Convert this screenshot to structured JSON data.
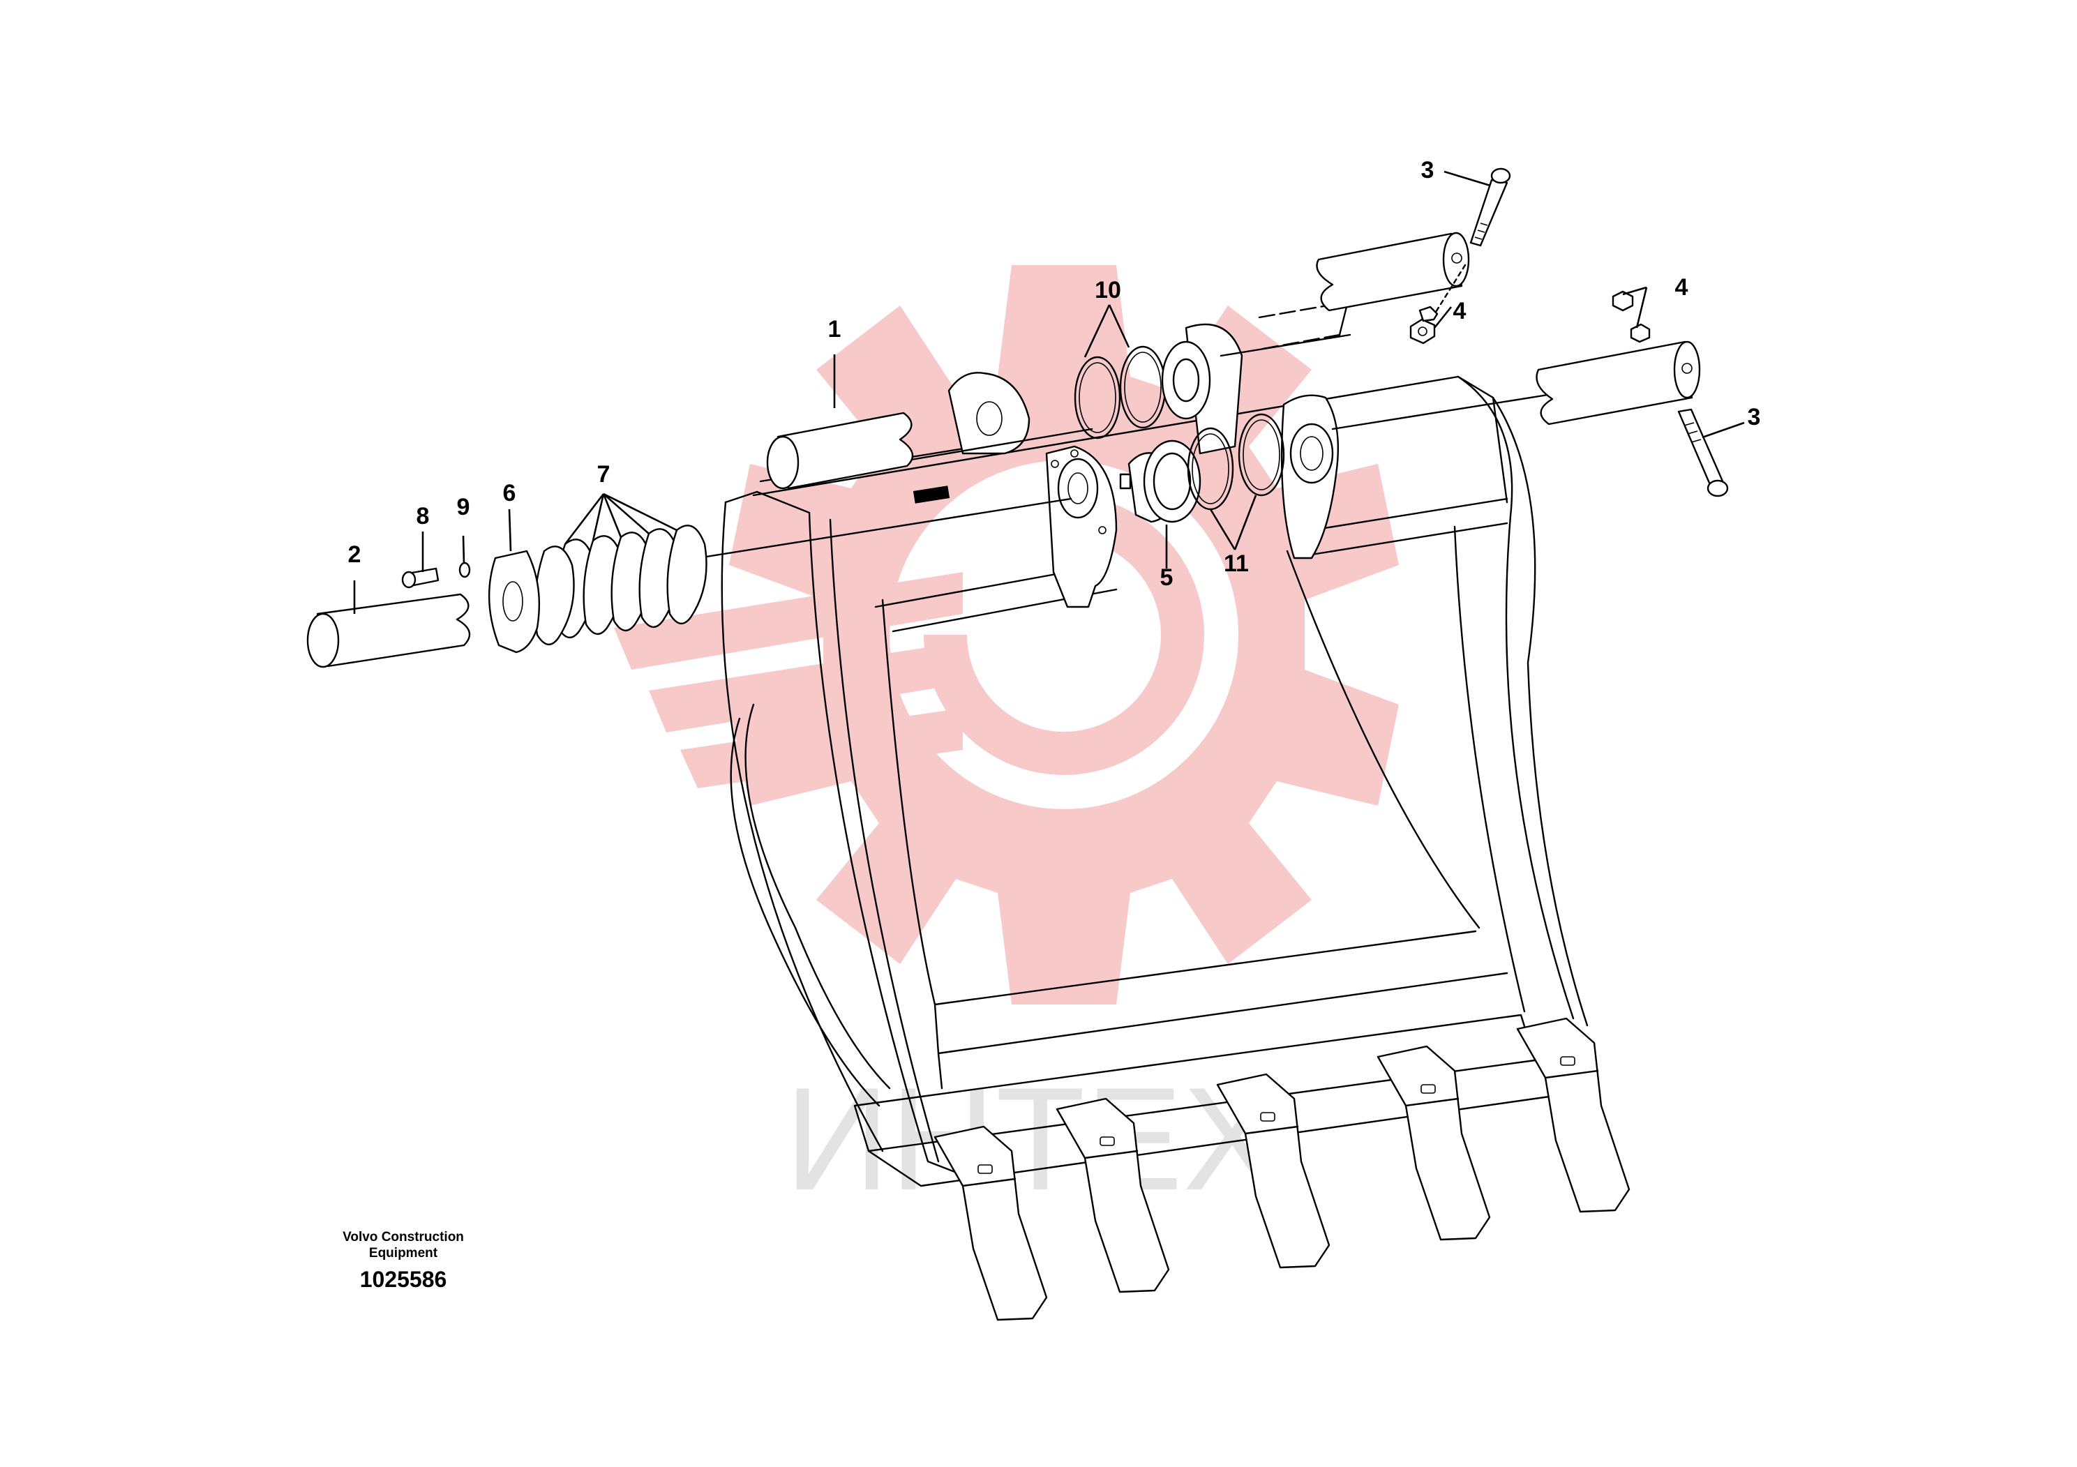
{
  "watermark": {
    "brand_text": "ИНТЕХ",
    "gear_color": "#f7c9c9",
    "text_color": "#e3e3e3"
  },
  "caption": {
    "line1": "Volvo Construction",
    "line2": "Equipment",
    "drawing_number": "1025586"
  },
  "callouts": [
    "1",
    "2",
    "3",
    "3",
    "4",
    "4",
    "5",
    "6",
    "7",
    "8",
    "9",
    "10",
    "11"
  ],
  "parts": [
    {
      "icon": "pin-icon",
      "callout": "1"
    },
    {
      "icon": "pin-icon",
      "callout": "2"
    },
    {
      "icon": "bolt-icon",
      "callout": "3"
    },
    {
      "icon": "bolt-icon",
      "callout": "3"
    },
    {
      "icon": "nut-icon",
      "callout": "4"
    },
    {
      "icon": "nut-icon",
      "callout": "4"
    },
    {
      "icon": "bushing-icon",
      "callout": "5"
    },
    {
      "icon": "end-plate-icon",
      "callout": "6"
    },
    {
      "icon": "shim-icon",
      "callout": "7"
    },
    {
      "icon": "screw-icon",
      "callout": "8"
    },
    {
      "icon": "washer-icon",
      "callout": "9"
    },
    {
      "icon": "o-ring-icon",
      "callout": "10"
    },
    {
      "icon": "o-ring-icon",
      "callout": "11"
    },
    {
      "icon": "bucket-icon",
      "callout": ""
    },
    {
      "icon": "bucket-tooth-icon",
      "callout": ""
    }
  ]
}
